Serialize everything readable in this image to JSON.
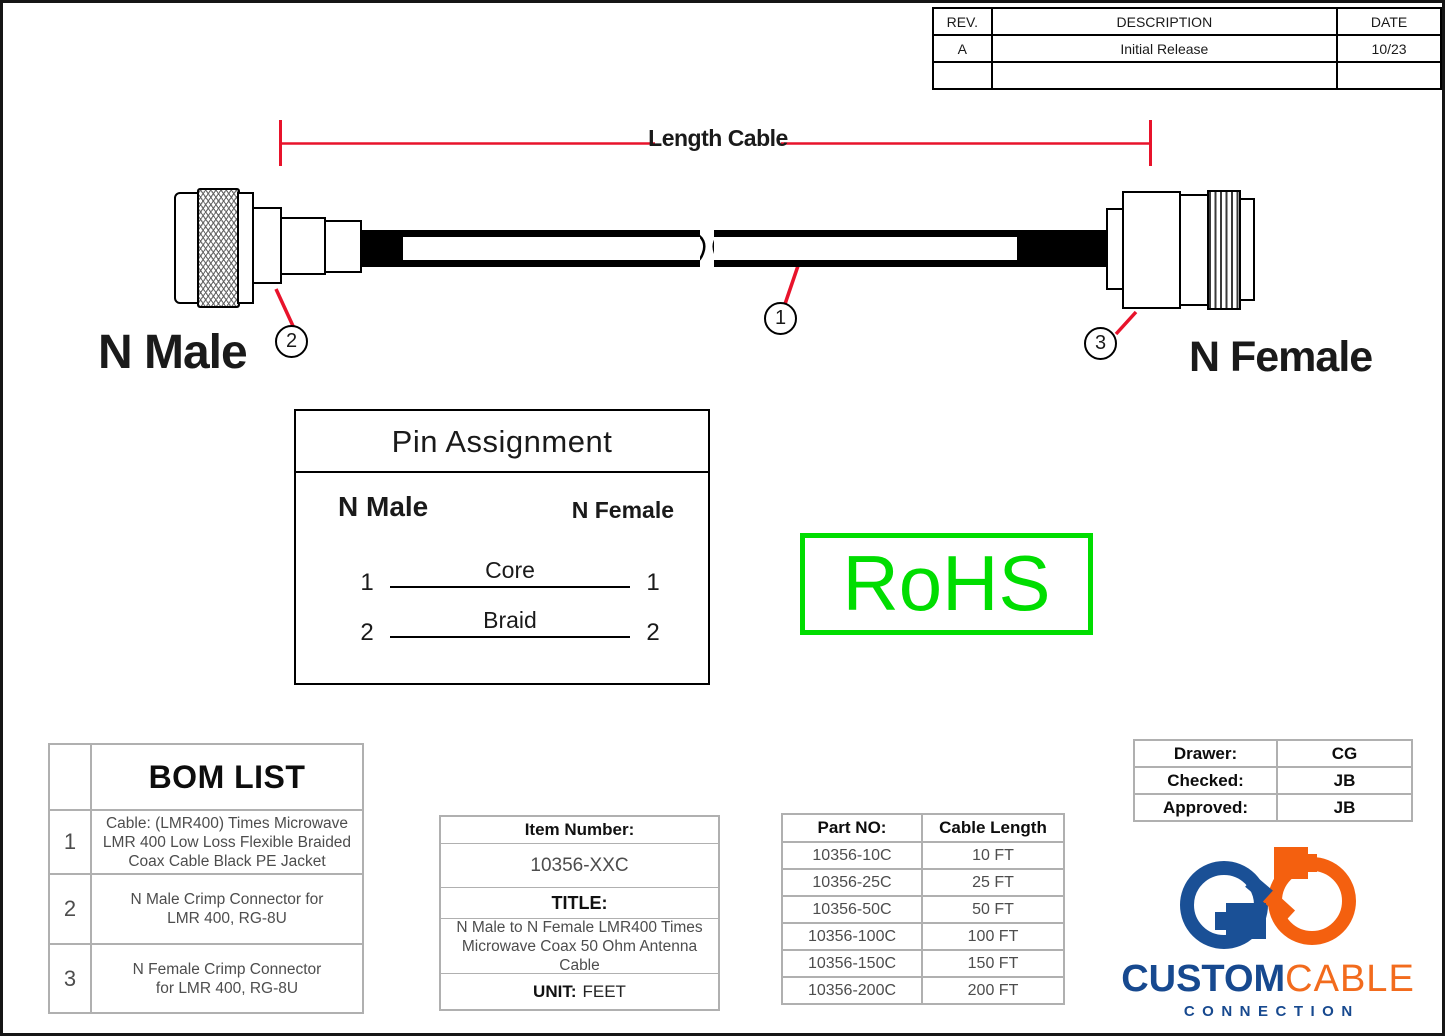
{
  "colors": {
    "red": "#e8132b",
    "green": "#00dd00",
    "border-gray": "#b0b0b0",
    "text-gray": "#4d4d4d",
    "logo-blue": "#1a5096",
    "logo-orange": "#f4600f",
    "text-blue": "#17498f",
    "text-orange": "#f26b1d"
  },
  "revision_table": {
    "headers": [
      "REV.",
      "DESCRIPTION",
      "DATE"
    ],
    "rows": [
      [
        "A",
        "Initial Release",
        "10/23"
      ],
      [
        "",
        "",
        ""
      ]
    ]
  },
  "diagram": {
    "length_label": "Length Cable",
    "left_label": "N Male",
    "right_label": "N Female",
    "callouts": [
      "1",
      "2",
      "3"
    ]
  },
  "pin_assignment": {
    "title": "Pin Assignment",
    "left_header": "N Male",
    "right_header": "N Female",
    "rows": [
      {
        "left": "1",
        "signal": "Core",
        "right": "1"
      },
      {
        "left": "2",
        "signal": "Braid",
        "right": "2"
      }
    ]
  },
  "rohs_label": "RoHS",
  "bom": {
    "title": "BOM LIST",
    "items": [
      {
        "no": "1",
        "desc": "Cable: (LMR400) Times Microwave LMR 400 Low Loss Flexible Braided Coax Cable Black PE Jacket"
      },
      {
        "no": "2",
        "desc": "N Male Crimp Connector for LMR 400, RG-8U"
      },
      {
        "no": "3",
        "desc": "N Female Crimp Connector for LMR 400, RG-8U"
      }
    ]
  },
  "item_info": {
    "item_number_label": "Item Number:",
    "item_number": "10356-XXC",
    "title_label": "TITLE:",
    "title": "N Male to N Female LMR400 Times Microwave Coax 50 Ohm Antenna Cable",
    "unit_label": "UNIT:",
    "unit": "FEET"
  },
  "part_table": {
    "headers": [
      "Part NO:",
      "Cable Length"
    ],
    "rows": [
      [
        "10356-10C",
        "10 FT"
      ],
      [
        "10356-25C",
        "25 FT"
      ],
      [
        "10356-50C",
        "50 FT"
      ],
      [
        "10356-100C",
        "100 FT"
      ],
      [
        "10356-150C",
        "150 FT"
      ],
      [
        "10356-200C",
        "200 FT"
      ]
    ]
  },
  "approval": {
    "rows": [
      [
        "Drawer:",
        "CG"
      ],
      [
        "Checked:",
        "JB"
      ],
      [
        "Approved:",
        "JB"
      ]
    ]
  },
  "logo": {
    "word1": "CUSTOM",
    "word2": "CABLE",
    "word3": "CONNECTION"
  }
}
